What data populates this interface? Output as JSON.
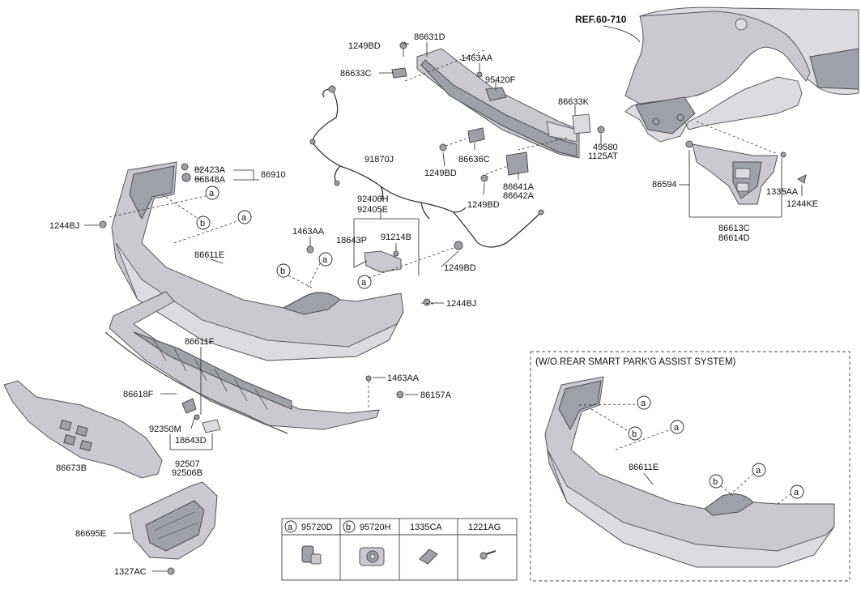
{
  "reference": {
    "label": "REF.60-710"
  },
  "labels": [
    {
      "id": "l1249bd_top",
      "text": "1249BD"
    },
    {
      "id": "l86631d",
      "text": "86631D"
    },
    {
      "id": "l86633c",
      "text": "86633C"
    },
    {
      "id": "l1463aa_top",
      "text": "1463AA"
    },
    {
      "id": "l95420f",
      "text": "95420F"
    },
    {
      "id": "l86633k",
      "text": "86633K"
    },
    {
      "id": "l49580",
      "text": "49580"
    },
    {
      "id": "l1125at",
      "text": "1125AT"
    },
    {
      "id": "l86636c",
      "text": "86636C"
    },
    {
      "id": "l1249bd_mid",
      "text": "1249BD"
    },
    {
      "id": "l86641a",
      "text": "86641A"
    },
    {
      "id": "l86642a",
      "text": "86642A"
    },
    {
      "id": "l1249bd_r",
      "text": "1249BD"
    },
    {
      "id": "l91870j",
      "text": "91870J"
    },
    {
      "id": "l82423a",
      "text": "82423A"
    },
    {
      "id": "l86848a",
      "text": "86848A"
    },
    {
      "id": "l86910",
      "text": "86910"
    },
    {
      "id": "l92406h",
      "text": "92406H"
    },
    {
      "id": "l92405e",
      "text": "92405E"
    },
    {
      "id": "l18643p",
      "text": "18643P"
    },
    {
      "id": "l91214b",
      "text": "91214B"
    },
    {
      "id": "l1244bj_l",
      "text": "1244BJ"
    },
    {
      "id": "l1463aa_mid",
      "text": "1463AA"
    },
    {
      "id": "l86611e",
      "text": "86611E"
    },
    {
      "id": "l1249bd_low",
      "text": "1249BD"
    },
    {
      "id": "l1244bj_r",
      "text": "1244BJ"
    },
    {
      "id": "l86611f",
      "text": "86611F"
    },
    {
      "id": "l1463aa_low",
      "text": "1463AA"
    },
    {
      "id": "l86618f",
      "text": "86618F"
    },
    {
      "id": "l86157a",
      "text": "86157A"
    },
    {
      "id": "l92350m",
      "text": "92350M"
    },
    {
      "id": "l18643d",
      "text": "18643D"
    },
    {
      "id": "l92507",
      "text": "92507"
    },
    {
      "id": "l92506b",
      "text": "92506B"
    },
    {
      "id": "l86673b",
      "text": "86673B"
    },
    {
      "id": "l86695e",
      "text": "86695E"
    },
    {
      "id": "l1327ac",
      "text": "1327AC"
    },
    {
      "id": "l86594",
      "text": "86594"
    },
    {
      "id": "l1335aa",
      "text": "1335AA"
    },
    {
      "id": "l1244ke",
      "text": "1244KE"
    },
    {
      "id": "l86613c",
      "text": "86613C"
    },
    {
      "id": "l86614d",
      "text": "86614D"
    },
    {
      "id": "l86611e_inset",
      "text": "86611E"
    }
  ],
  "callouts": {
    "a": "a",
    "b": "b"
  },
  "inset": {
    "title": "(W/O REAR SMART PARK'G ASSIST SYSTEM)"
  },
  "legend": [
    {
      "callout": "a",
      "code": "95720D"
    },
    {
      "callout": "b",
      "code": "95720H"
    },
    {
      "callout": "",
      "code": "1335CA"
    },
    {
      "callout": "",
      "code": "1221AG"
    }
  ]
}
